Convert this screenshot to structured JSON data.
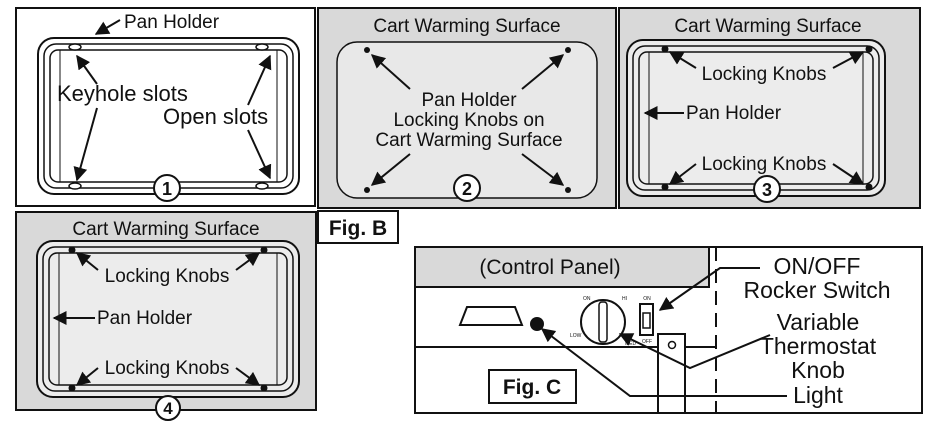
{
  "panel1": {
    "pan_holder": "Pan Holder",
    "keyhole_slots": "Keyhole slots",
    "open_slots": "Open slots",
    "step": "1"
  },
  "panel2": {
    "title": "Cart Warming Surface",
    "desc_line1": "Pan Holder",
    "desc_line2": "Locking Knobs on",
    "desc_line3": "Cart Warming Surface",
    "step": "2"
  },
  "panel3": {
    "title": "Cart Warming Surface",
    "locking_top": "Locking Knobs",
    "pan_holder": "Pan Holder",
    "locking_bottom": "Locking Knobs",
    "step": "3"
  },
  "panel4": {
    "title": "Cart Warming Surface",
    "locking_top": "Locking Knobs",
    "pan_holder": "Pan Holder",
    "locking_bottom": "Locking Knobs",
    "step": "4"
  },
  "fig_b": "Fig. B",
  "control": {
    "header": "(Control Panel)",
    "fig_label": "Fig. C",
    "switch_line1": "ON/OFF",
    "switch_line2": "Rocker Switch",
    "knob_line1": "Variable",
    "knob_line2": "Thermostat",
    "knob_line3": "Knob",
    "light": "Light",
    "dial_on": "ON",
    "dial_low": "LOW",
    "dial_hi": "HI",
    "dial_med": "MED",
    "switch_on": "ON",
    "switch_off": "OFF"
  },
  "colors": {
    "panel_gray": "#d9d9d9",
    "line": "#111111"
  }
}
